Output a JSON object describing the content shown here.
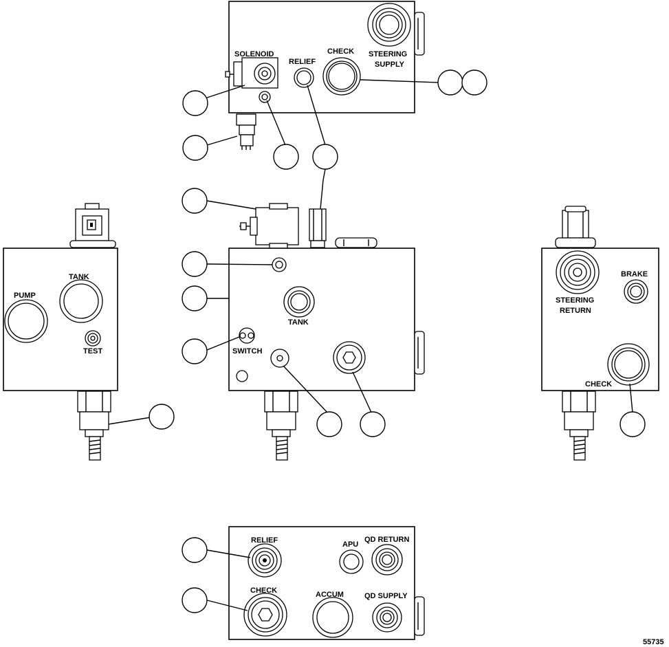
{
  "top_block": {
    "solenoid": "SOLENOID",
    "relief": "RELIEF",
    "check": "CHECK",
    "steering": "STEERING",
    "supply": "SUPPLY"
  },
  "left_block": {
    "pump": "PUMP",
    "tank": "TANK",
    "test": "TEST"
  },
  "center_block": {
    "tank": "TANK",
    "switch": "SWITCH"
  },
  "right_block": {
    "brake": "BRAKE",
    "steering": "STEERING",
    "return": "RETURN",
    "check": "CHECK"
  },
  "bottom_block": {
    "relief": "RELIEF",
    "apu": "APU",
    "qd_return": "QD RETURN",
    "check": "CHECK",
    "accum": "ACCUM",
    "qd_supply": "QD SUPPLY"
  },
  "figure_number": "55735"
}
